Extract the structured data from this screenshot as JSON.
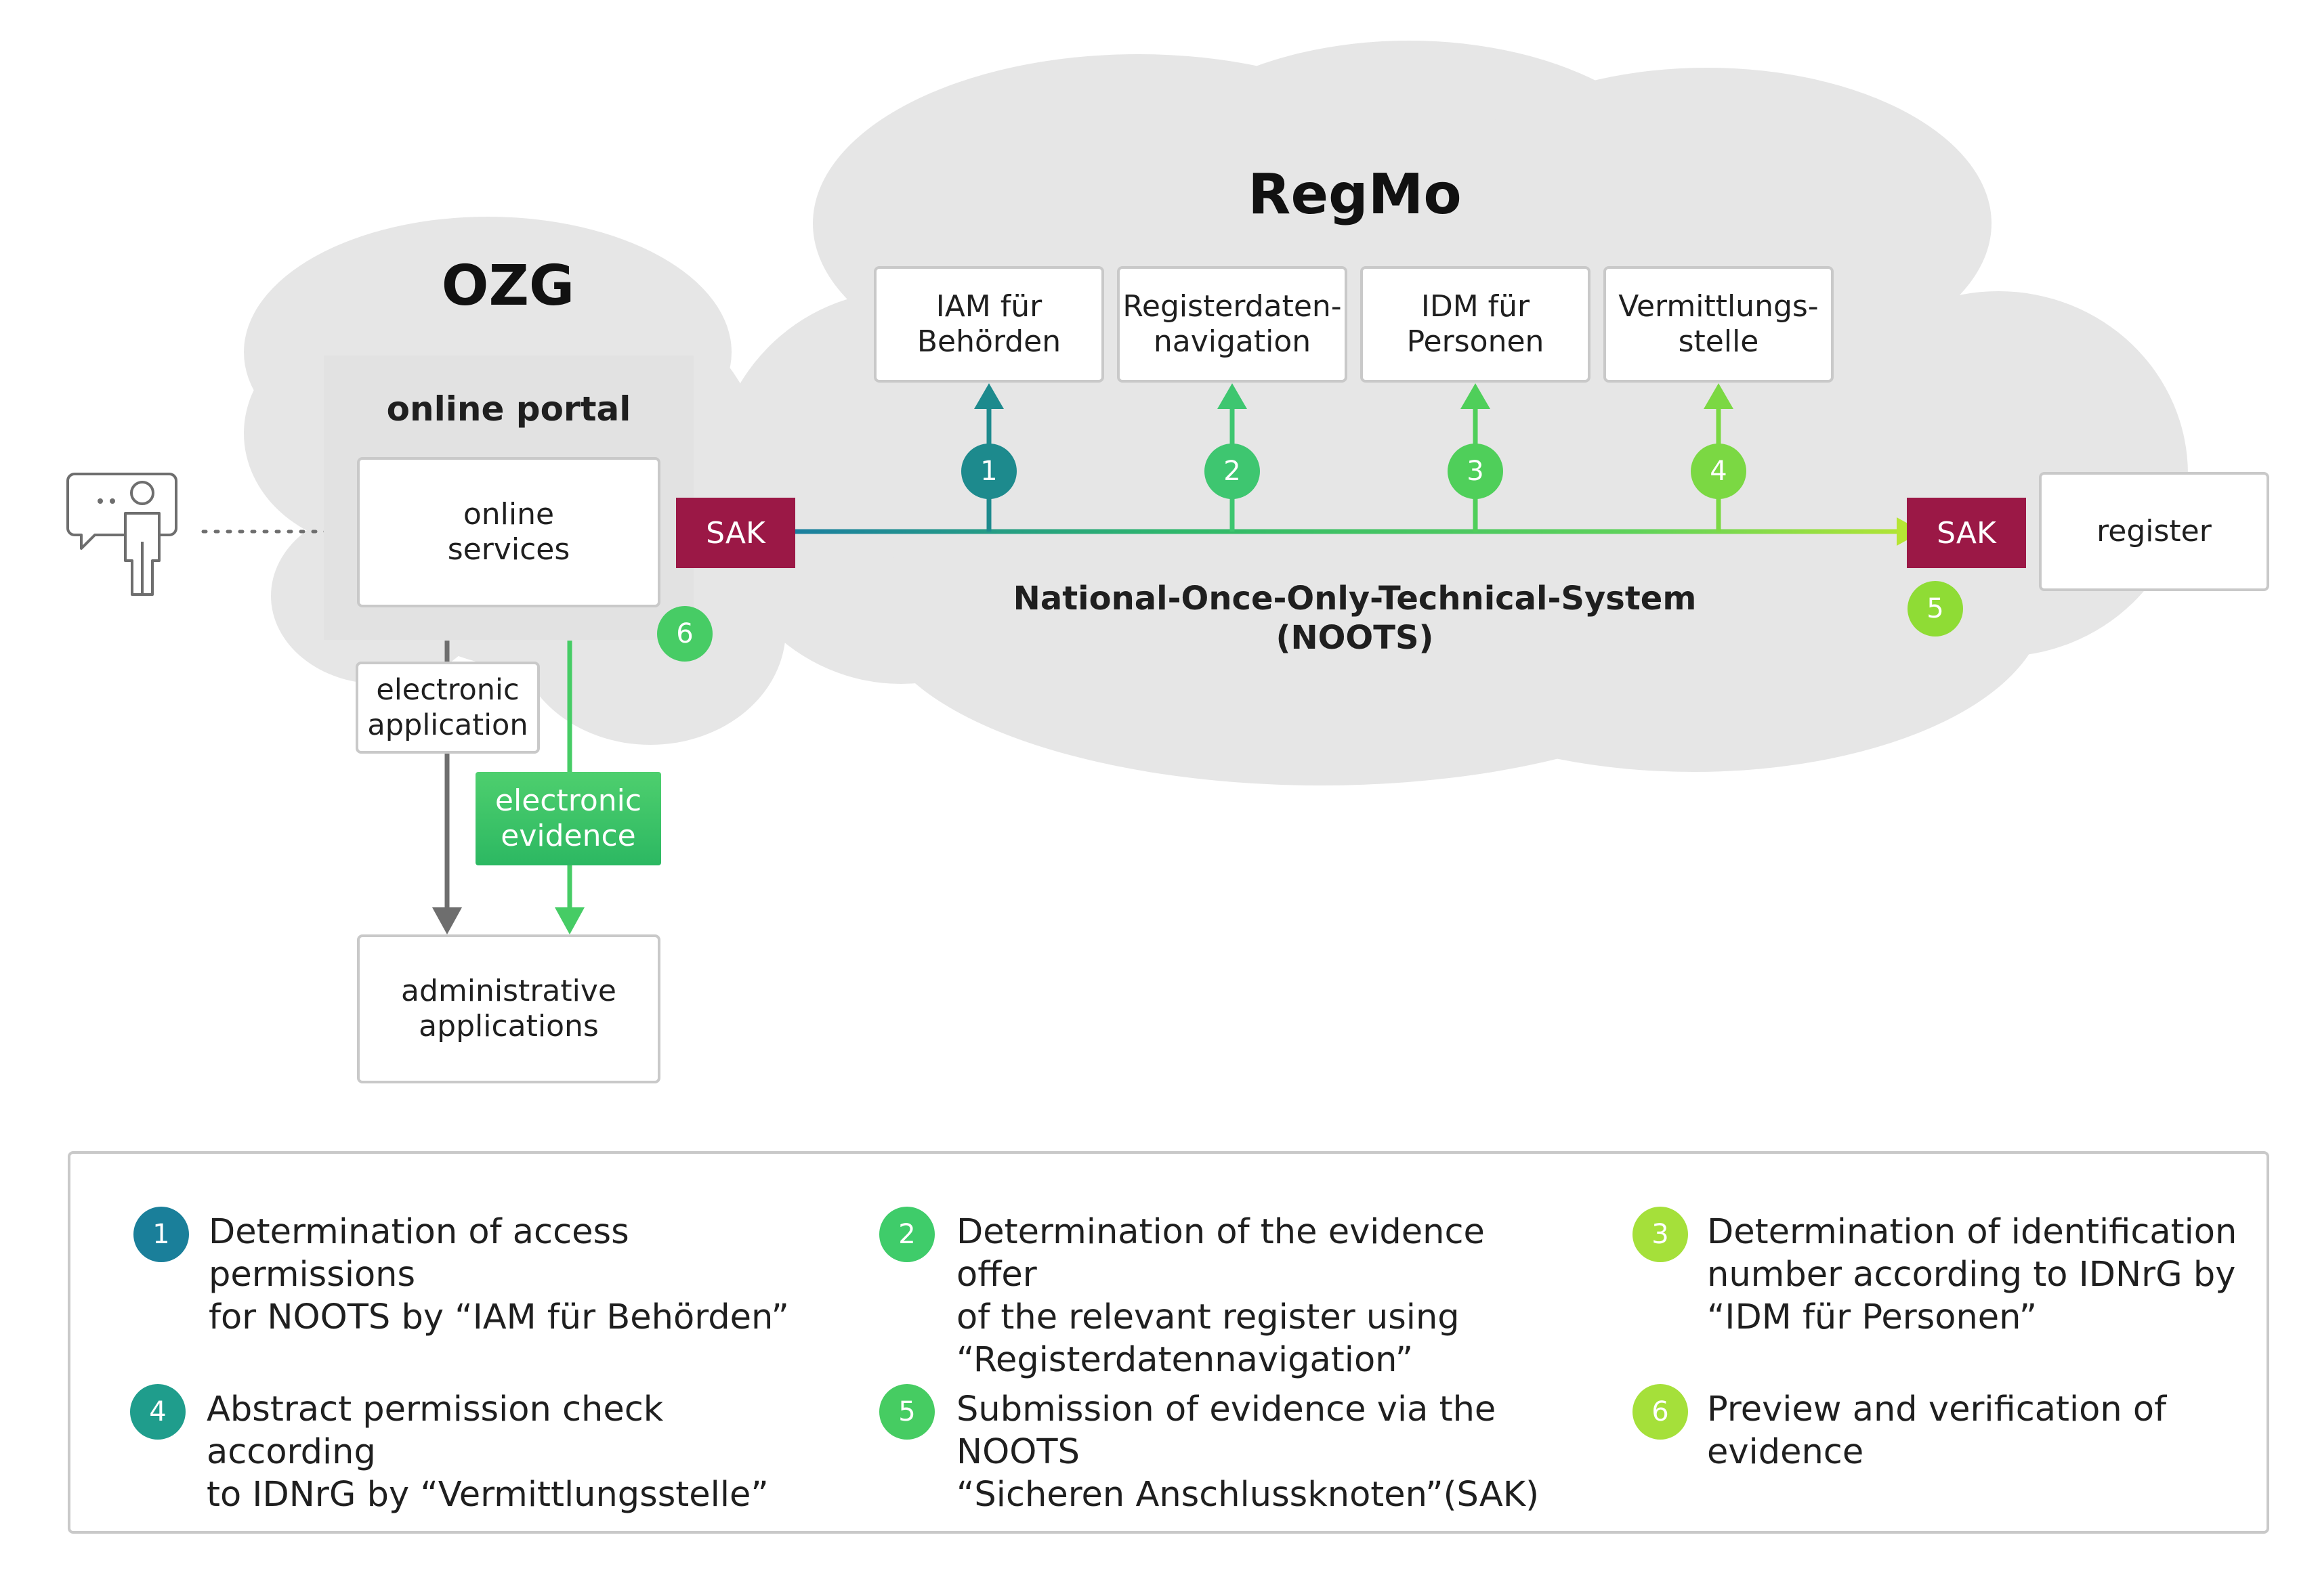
{
  "clouds": {
    "ozg_title": "OZG",
    "regmo_title": "RegMo"
  },
  "portal": {
    "title": "online portal",
    "online_services": "online\nservices"
  },
  "regmo_components": [
    {
      "label": "IAM für\nBehörden",
      "badge": "1",
      "color": "#1d8a8d"
    },
    {
      "label": "Registerdaten-\nnavigation",
      "badge": "2",
      "color": "#3ec670"
    },
    {
      "label": "IDM für\nPersonen",
      "badge": "3",
      "color": "#4fcf5a"
    },
    {
      "label": "Vermittlungs-\nstelle",
      "badge": "4",
      "color": "#7bd843"
    }
  ],
  "sak_left": "SAK",
  "sak_right": "SAK",
  "register": "register",
  "noots_label": "National-Once-Only-Technical-System\n(NOOTS)",
  "badge_register": {
    "label": "5",
    "color": "#8fdc35"
  },
  "badge_portal": {
    "label": "6",
    "color": "#47cc65"
  },
  "electronic_application": "electronic\napplication",
  "electronic_evidence": "electronic\nevidence",
  "administrative_applications": "administrative\napplications",
  "legend": [
    {
      "num": "1",
      "color": "#1a7f9a",
      "text": "Determination of access permissions\nfor NOOTS by “IAM für Behörden”"
    },
    {
      "num": "2",
      "color": "#3fcc6a",
      "text": "Determination of the evidence offer\nof the relevant register using\n“Registerdatennavigation”"
    },
    {
      "num": "3",
      "color": "#a5e03a",
      "text": "Determination of identification\nnumber according to IDNrG by\n“IDM für Personen”"
    },
    {
      "num": "4",
      "color": "#1f9d8c",
      "text": "Abstract permission check according\nto IDNrG by “Vermittlungsstelle”"
    },
    {
      "num": "5",
      "color": "#46cc62",
      "text": "Submission of evidence via the NOOTS\n“Sicheren Anschlussknoten”(SAK)"
    },
    {
      "num": "6",
      "color": "#a5e03a",
      "text": "Preview and verification of\nevidence"
    }
  ],
  "colors": {
    "cloud": "#e6e6e6",
    "sak": "#9b1846",
    "arrow_gray": "#6e6e6e",
    "line_start": "#1b7fa0",
    "line_end": "#b6e534"
  },
  "icons": {
    "user": "person-with-speech-bubble-icon"
  }
}
